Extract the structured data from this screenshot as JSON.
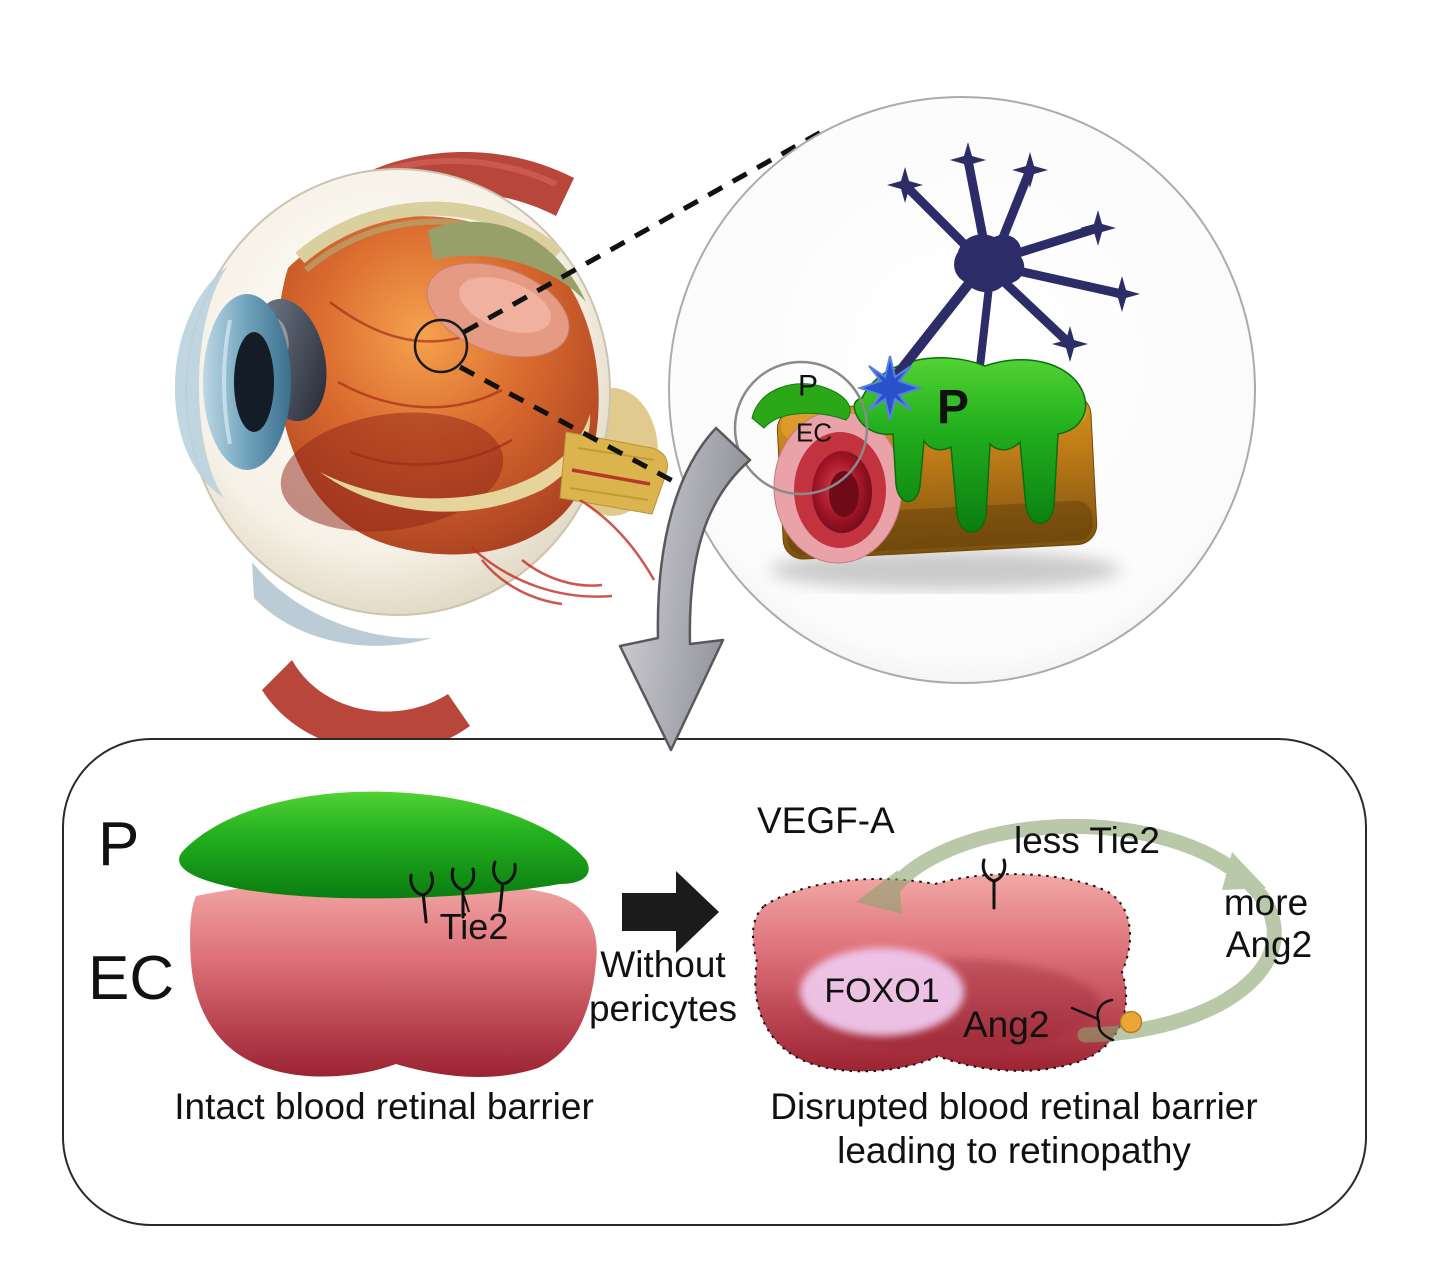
{
  "inset": {
    "p_small": "P",
    "ec_small": "EC",
    "p_large": "P"
  },
  "panel": {
    "left": {
      "p_label": "P",
      "ec_label": "EC",
      "receptor": "Tie2",
      "caption": "Intact blood retinal barrier"
    },
    "transition": {
      "line1": "Without",
      "line2": "pericytes"
    },
    "right": {
      "vegfa": "VEGF-A",
      "less_tie2": "less Tie2",
      "more_line1": "more",
      "more_line2": "Ang2",
      "foxo1": "FOXO1",
      "ang2": "Ang2",
      "caption_line1": "Disrupted blood retinal barrier",
      "caption_line2": "leading to retinopathy"
    }
  },
  "colors": {
    "pericyte_green": "#23a51c",
    "endothelial_pink": "#dd7079",
    "vessel_brown": "#c07c18",
    "neuron_blue": "#2c2c68",
    "neuron_bright_blue": "#2a52c8",
    "loop_green": "#8aa470",
    "foxo1_pink": "#f0c8ec",
    "ang2_orange": "#eaa637"
  }
}
